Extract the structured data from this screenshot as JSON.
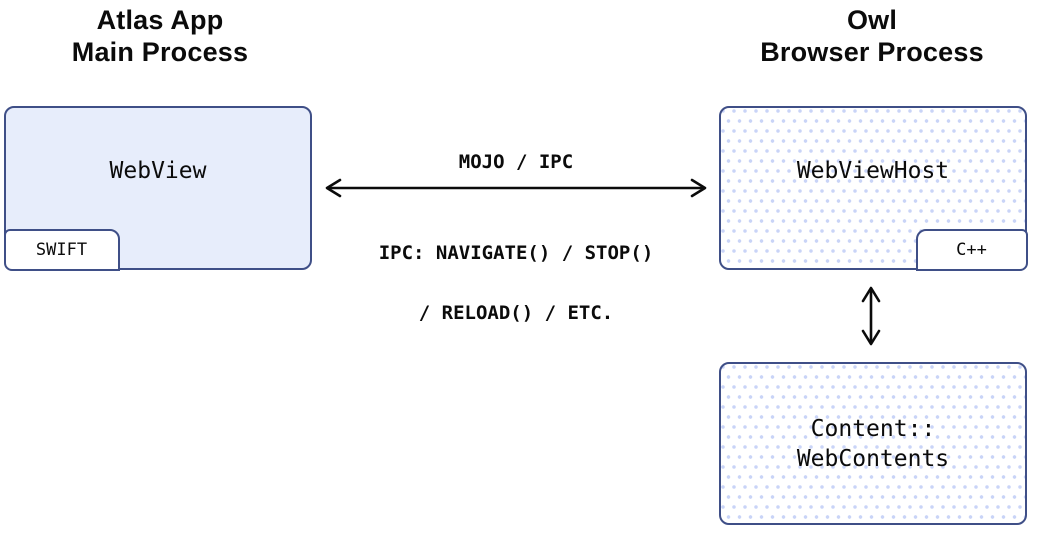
{
  "diagram_title": "Atlas App / Owl browser process IPC diagram",
  "colors": {
    "box_border": "#3f4f87",
    "webview_fill": "#e7edfb",
    "dot_pattern": "#c9d4f7",
    "text": "#0b0b0b",
    "background": "#ffffff"
  },
  "left_process": {
    "title_line1": "Atlas App",
    "title_line2": "Main Process",
    "box": {
      "label": "WebView",
      "badge": "SWIFT"
    }
  },
  "right_process": {
    "title_line1": "Owl",
    "title_line2": "Browser Process",
    "box": {
      "label": "WebViewHost",
      "badge": "C++"
    },
    "content_box": {
      "label_line1": "Content::",
      "label_line2": "WebContents"
    }
  },
  "ipc_arrow": {
    "label_top": "MOJO / IPC",
    "label_bottom_line1": "IPC: NAVIGATE() / STOP()",
    "label_bottom_line2": "/ RELOAD() / ETC."
  }
}
